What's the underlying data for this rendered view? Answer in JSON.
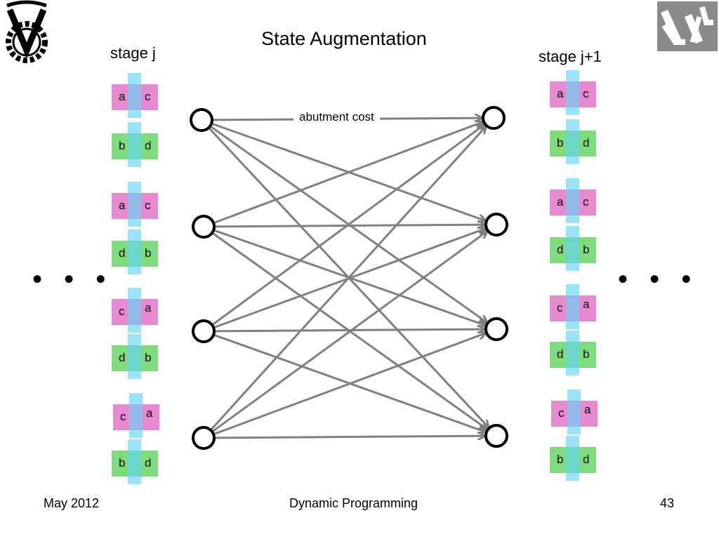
{
  "title": "State Augmentation",
  "stage_left": "stage j",
  "stage_right": "stage j+1",
  "edge_label": "abutment cost",
  "ellipsis": "• • •",
  "logos": {
    "left": "technion-emblem",
    "right": "hebrew-logo"
  },
  "left_tiles": [
    {
      "color": "pink",
      "a": "a",
      "b": "c"
    },
    {
      "color": "green",
      "a": "b",
      "b": "d"
    },
    {
      "color": "pink",
      "a": "a",
      "b": "c"
    },
    {
      "color": "green",
      "a": "d",
      "b": "b"
    },
    {
      "color": "pink",
      "a": "c",
      "b": "a"
    },
    {
      "color": "green",
      "a": "d",
      "b": "b"
    },
    {
      "color": "pink",
      "a": "c",
      "b": "a"
    },
    {
      "color": "green",
      "a": "b",
      "b": "d"
    }
  ],
  "right_tiles": [
    {
      "color": "pink",
      "a": "a",
      "b": "c"
    },
    {
      "color": "green",
      "a": "b",
      "b": "d"
    },
    {
      "color": "pink",
      "a": "a",
      "b": "c"
    },
    {
      "color": "green",
      "a": "d",
      "b": "b"
    },
    {
      "color": "pink",
      "a": "c",
      "b": "a"
    },
    {
      "color": "green",
      "a": "d",
      "b": "b"
    },
    {
      "color": "pink",
      "a": "c",
      "b": "a"
    },
    {
      "color": "green",
      "a": "b",
      "b": "d"
    }
  ],
  "footer": {
    "left": "May 2012",
    "center": "Dynamic Programming",
    "right": "43"
  },
  "colors": {
    "pink": "#e88ad1",
    "green": "#7ddd7d",
    "strip": "#64d2f5",
    "edge": "#808080"
  }
}
